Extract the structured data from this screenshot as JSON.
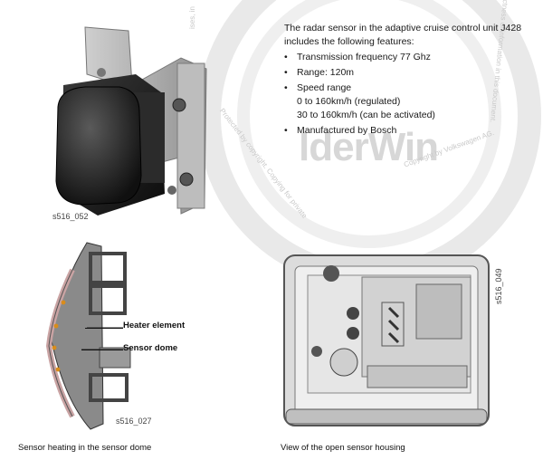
{
  "features": {
    "intro": "The radar sensor in the adaptive cruise control unit J428 includes the following features:",
    "items": [
      {
        "label": "Transmission frequency 77 Ghz"
      },
      {
        "label": "Range: 120m"
      },
      {
        "label": "Speed range",
        "lines": [
          "0 to 160km/h (regulated)",
          "30 to 160km/h (can be activated)"
        ]
      },
      {
        "label": "Manufactured by Bosch"
      }
    ]
  },
  "figures": {
    "sensor_photo_code": "s516_052",
    "sensor_dome_code": "s516_027",
    "open_housing_code": "s516_049",
    "callout_heater": "Heater element",
    "callout_dome": "Sensor dome",
    "caption_heating": "Sensor heating in the sensor dome",
    "caption_open": "View of the open sensor housing"
  },
  "watermark": {
    "line1": "Protected by copyright. Copying for private",
    "line2": "Copyright by Volkswagen AG.",
    "line3": "ctness of information in this document.",
    "line4": "ises, in",
    "brand": "lderWin"
  }
}
